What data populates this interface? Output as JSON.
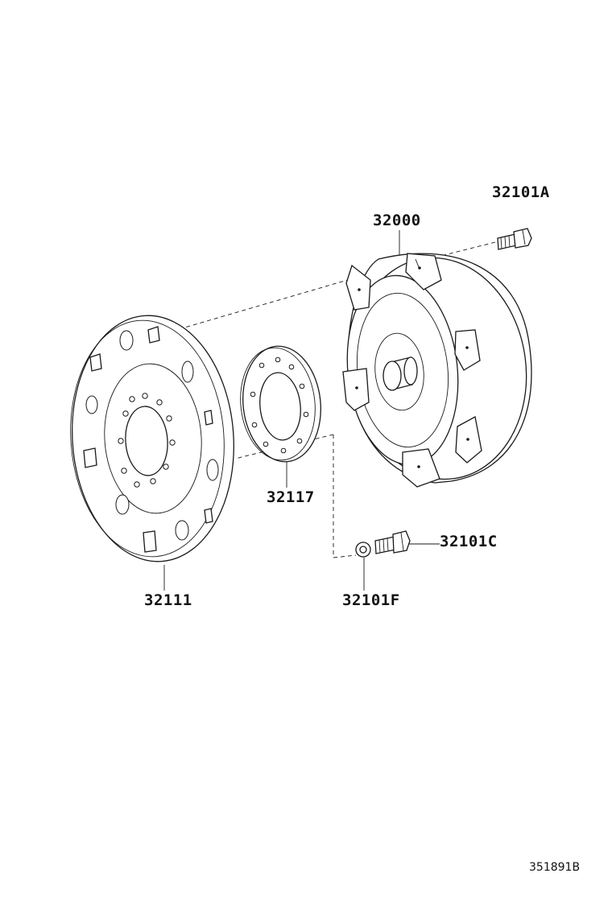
{
  "parts": [
    {
      "key": "bolt_a",
      "number": "32101A"
    },
    {
      "key": "converter",
      "number": "32000"
    },
    {
      "key": "spacer",
      "number": "32117"
    },
    {
      "key": "bolt_c",
      "number": "32101C"
    },
    {
      "key": "drive_plate",
      "number": "32111"
    },
    {
      "key": "washer_f",
      "number": "32101F"
    }
  ],
  "doc_id": "351891B"
}
